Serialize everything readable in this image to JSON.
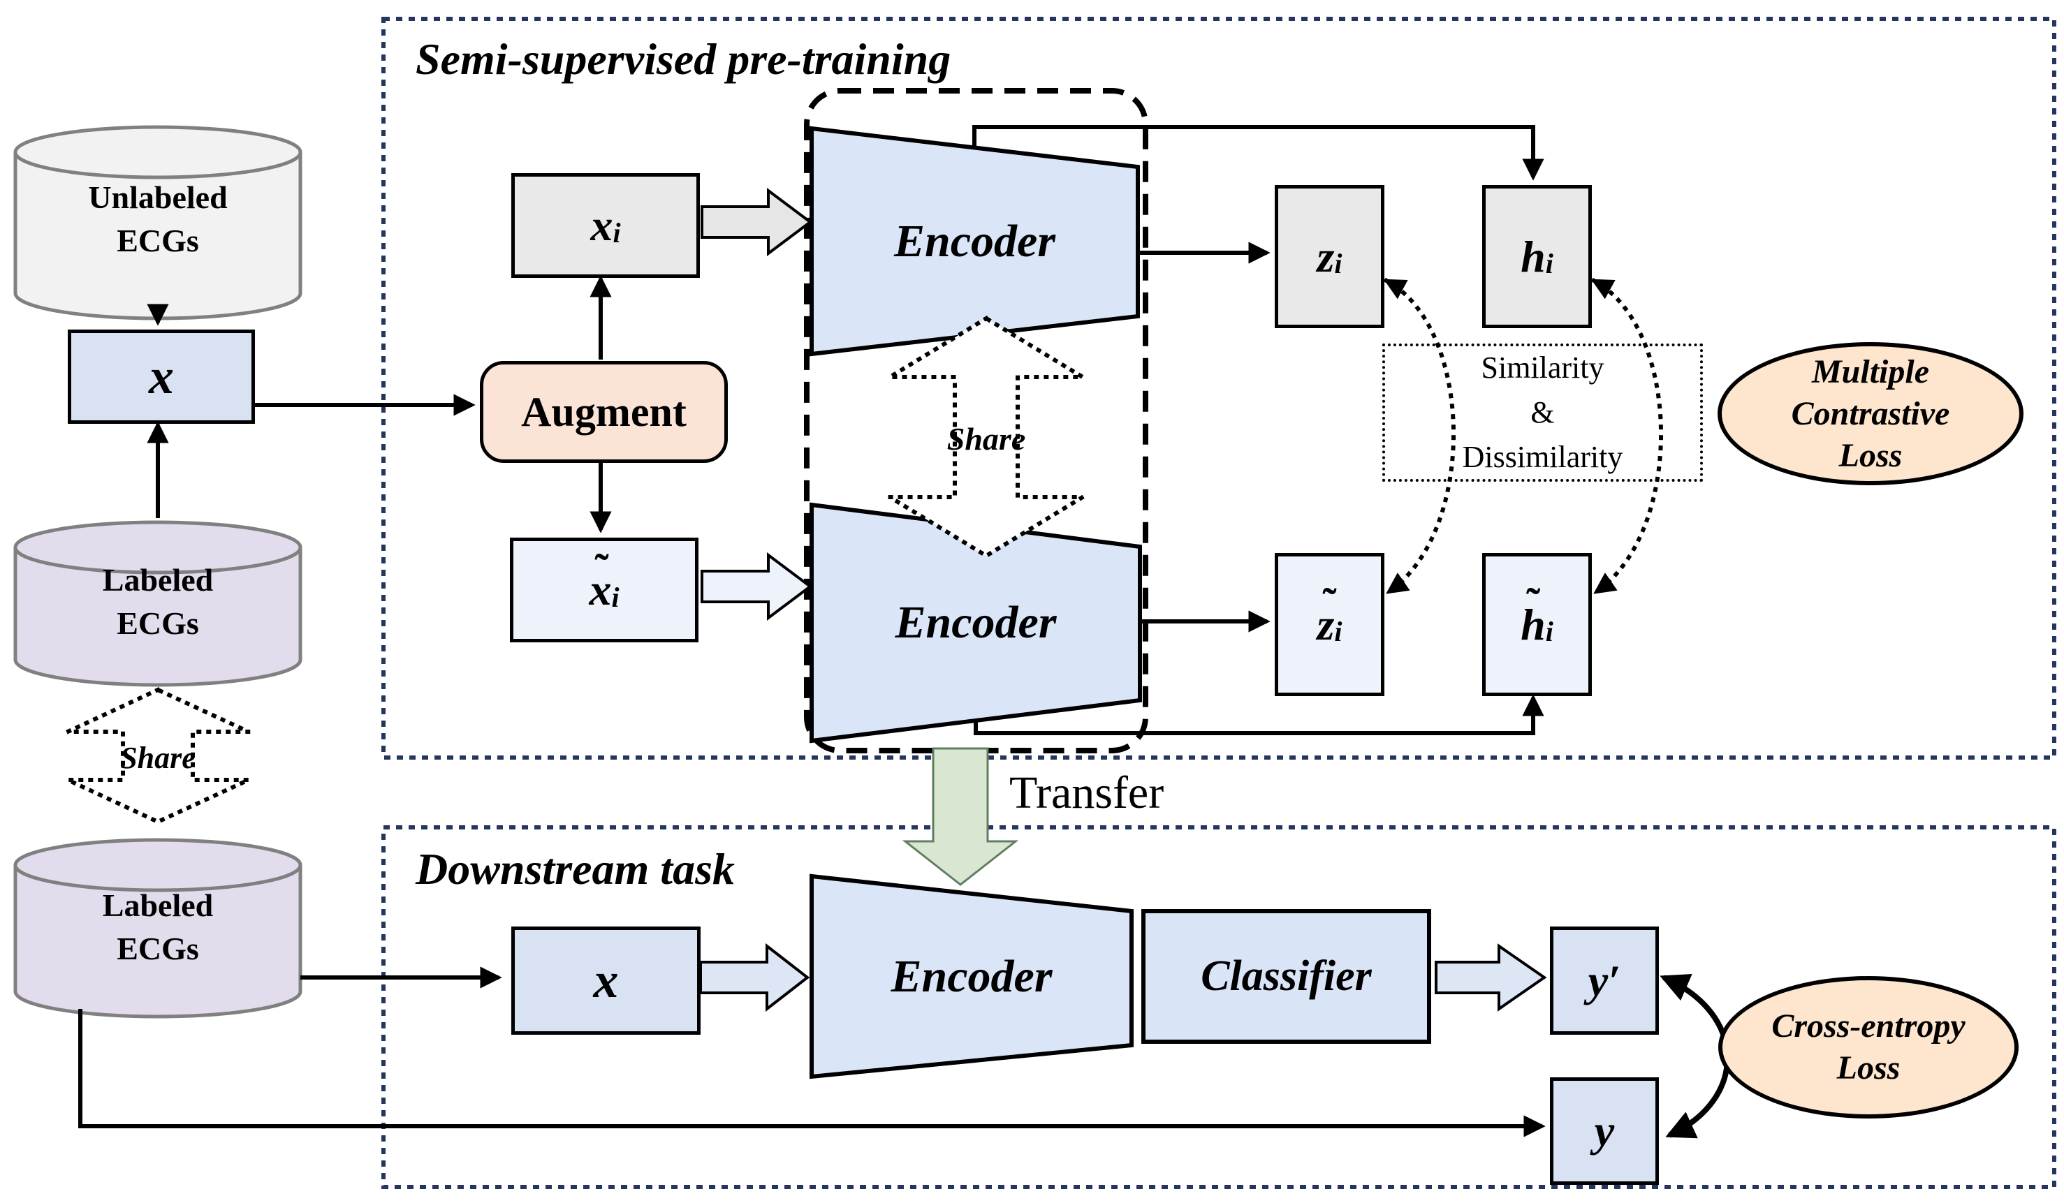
{
  "colors": {
    "container_border": "#24365e",
    "encoder_fill": "#dae6f8",
    "gray_box": "#e9e9e9",
    "lightblue_box": "#eef3fb",
    "periwinkle_box": "#d9e2f3",
    "classifier_fill": "#d9e5f7",
    "augment_fill": "#fbe3d6",
    "loss_ellipse_fill": "#fde5ce",
    "transfer_fill": "#d9e7d2",
    "unlabeled_cyl_fill": "#f2f2f2",
    "labeled_cyl_fill": "#e2dcec",
    "cyl_stroke": "#808080"
  },
  "pre": {
    "title": "Semi-supervised pre-training",
    "unlabeled_db_line1": "Unlabeled",
    "unlabeled_db_line2": "ECGs",
    "labeled_db_line1": "Labeled",
    "labeled_db_line2": "ECGs",
    "augment": "Augment",
    "encoder_top": "Encoder",
    "encoder_bottom": "Encoder",
    "share": "Share",
    "similarity_line1": "Similarity",
    "similarity_line2": "&",
    "similarity_line3": "Dissimilarity",
    "loss_line1": "Multiple",
    "loss_line2": "Contrastive",
    "loss_line3": "Loss"
  },
  "left": {
    "share": "Share",
    "labeled_db_line1": "Labeled",
    "labeled_db_line2": "ECGs"
  },
  "transfer": "Transfer",
  "down": {
    "title": "Downstream task",
    "encoder": "Encoder",
    "classifier": "Classifier",
    "loss_line1": "Cross-entropy",
    "loss_line2": "Loss"
  },
  "vars": {
    "x_pre": {
      "tilde": "",
      "base": "x",
      "sub": ""
    },
    "xi": {
      "tilde": "",
      "base": "x",
      "sub": "i"
    },
    "xi_t": {
      "tilde": "˜",
      "base": "x",
      "sub": "i"
    },
    "zi": {
      "tilde": "",
      "base": "z",
      "sub": "i"
    },
    "hi": {
      "tilde": "",
      "base": "h",
      "sub": "i"
    },
    "zi_t": {
      "tilde": "˜",
      "base": "z",
      "sub": "i"
    },
    "hi_t": {
      "tilde": "˜",
      "base": "h",
      "sub": "i"
    },
    "x_down": {
      "tilde": "",
      "base": "x",
      "sub": ""
    },
    "y_pred": {
      "tilde": "",
      "base": "y′",
      "sub": ""
    },
    "y_true": {
      "tilde": "",
      "base": "y",
      "sub": ""
    }
  }
}
